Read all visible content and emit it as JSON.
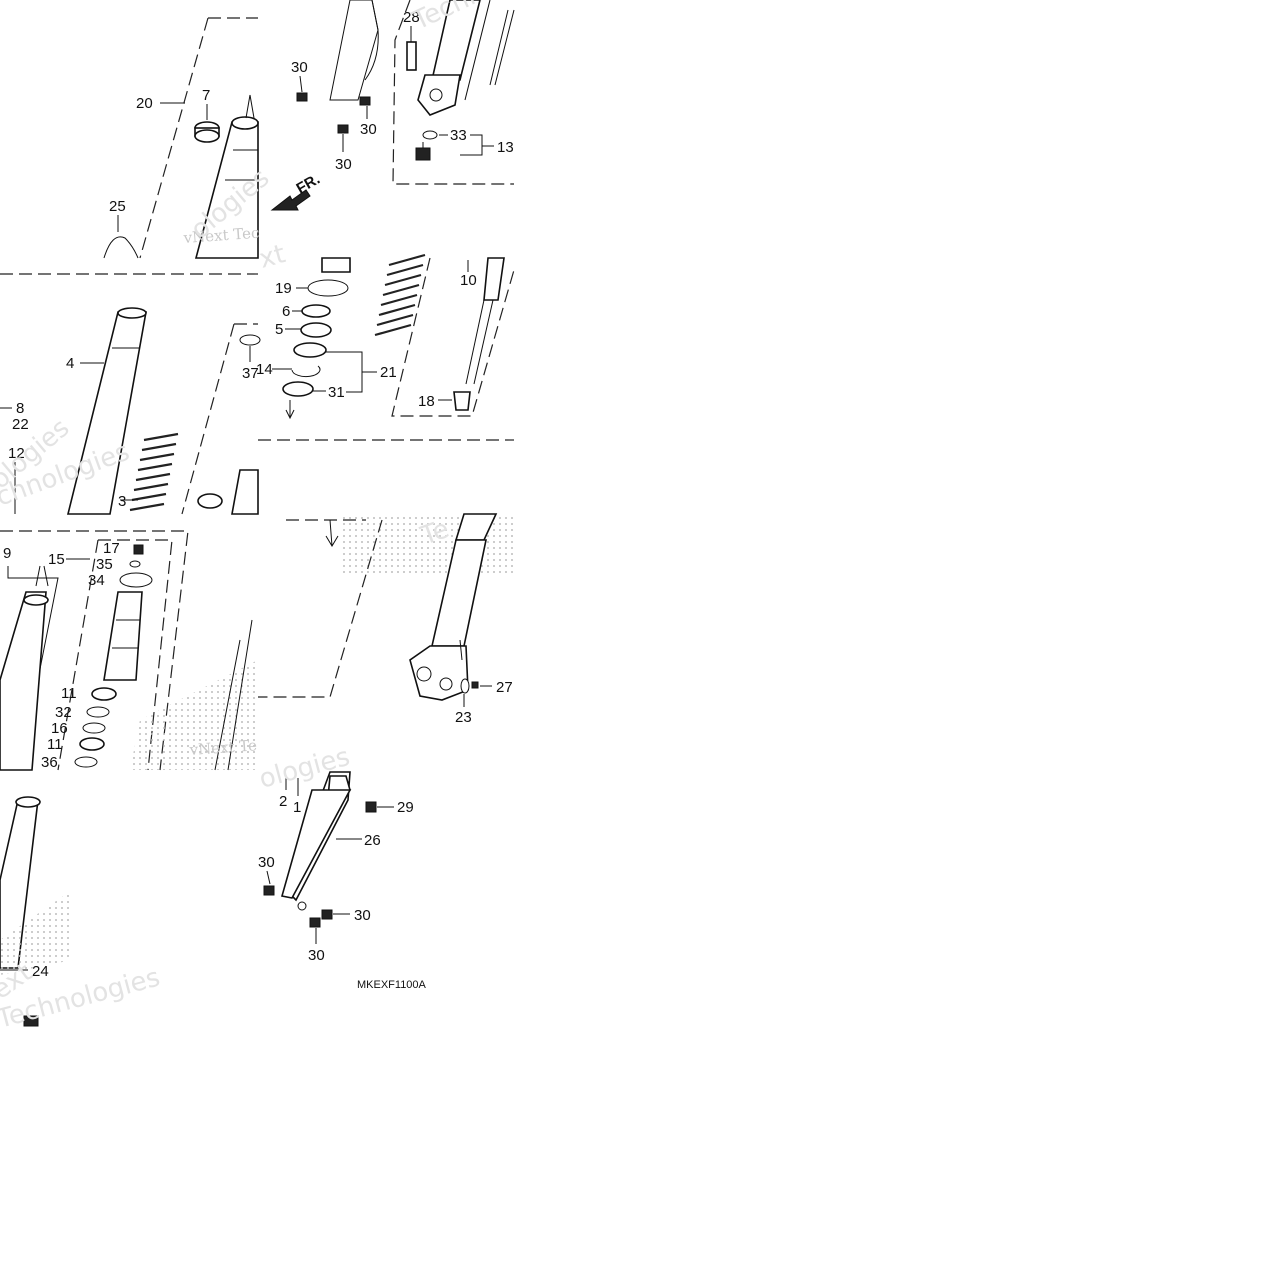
{
  "diagram": {
    "drawing_code": "MKEXF1100A",
    "front_marker": "FR.",
    "watermarks": [
      "vNext Tec",
      "Techno",
      "vNext Te",
      "chnologies",
      "Technologies",
      "ext",
      "ologies",
      "xt",
      "Te"
    ],
    "callouts": {
      "c28": "28",
      "c30a": "30",
      "c30b": "30",
      "c30c": "30",
      "c33": "33",
      "c13": "13",
      "c20": "20",
      "c7": "7",
      "c25": "25",
      "c19": "19",
      "c6": "6",
      "c5": "5",
      "c14": "14",
      "c21": "21",
      "c31": "31",
      "c10": "10",
      "c18": "18",
      "c4": "4",
      "c37": "37",
      "c8": "8",
      "c22": "22",
      "c12": "12",
      "c3": "3",
      "c9": "9",
      "c15": "15",
      "c17": "17",
      "c35": "35",
      "c34": "34",
      "c11a": "11",
      "c32": "32",
      "c16": "16",
      "c11b": "11",
      "c36": "36",
      "c27": "27",
      "c23": "23",
      "c2": "2",
      "c1": "1",
      "c29": "29",
      "c26": "26",
      "c30d": "30",
      "c30e": "30",
      "c30f": "30",
      "c24": "24"
    }
  }
}
